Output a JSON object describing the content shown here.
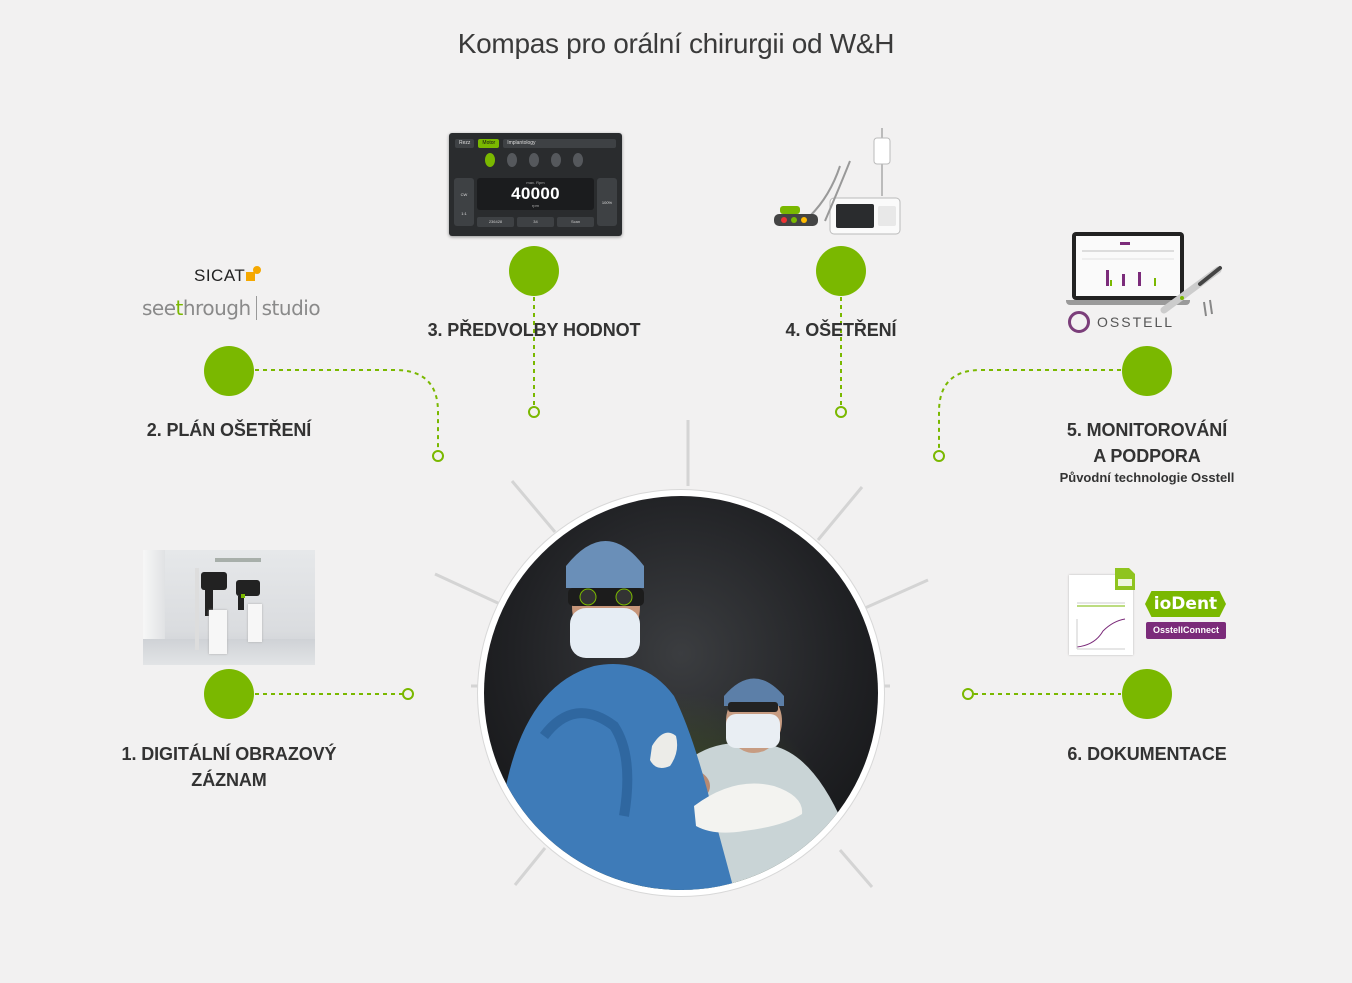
{
  "title": "Kompas pro orální chirurgii od W&H",
  "steps": [
    {
      "label_line1": "1. DIGITÁLNÍ OBRAZOVÝ",
      "label_line2": "ZÁZNAM"
    },
    {
      "label_line1": "2. PLÁN OŠETŘENÍ"
    },
    {
      "label_line1": "3. PŘEDVOLBY HODNOT"
    },
    {
      "label_line1": "4. OŠETŘENÍ"
    },
    {
      "label_line1": "5. MONITOROVÁNÍ",
      "label_line2": "A PODPORA",
      "sublabel": "Původní technologie Osstell"
    },
    {
      "label_line1": "6. DOKUMENTACE"
    }
  ],
  "logos": {
    "sicat": "SICAT",
    "seethrough_a": "see",
    "seethrough_b": "t",
    "seethrough_c": "hrough",
    "studio": "studio",
    "osstell": "OSSTELL",
    "iodent": "ioDent",
    "osstellconnect": "OsstellConnect"
  },
  "tablet": {
    "tab1": "Rezz",
    "tab2": "Motor",
    "tab3": "Implantology",
    "speed_caption": "max. Rpm",
    "speed_value": "40000",
    "speed_unit": "rpm",
    "footer": [
      "236428",
      "34",
      "Scan"
    ],
    "left_side": [
      "CW",
      "1:1"
    ],
    "right_side": "100%"
  },
  "colors": {
    "accent": "#7ab800",
    "purple": "#7b2b7a",
    "background": "#f2f1f1"
  }
}
